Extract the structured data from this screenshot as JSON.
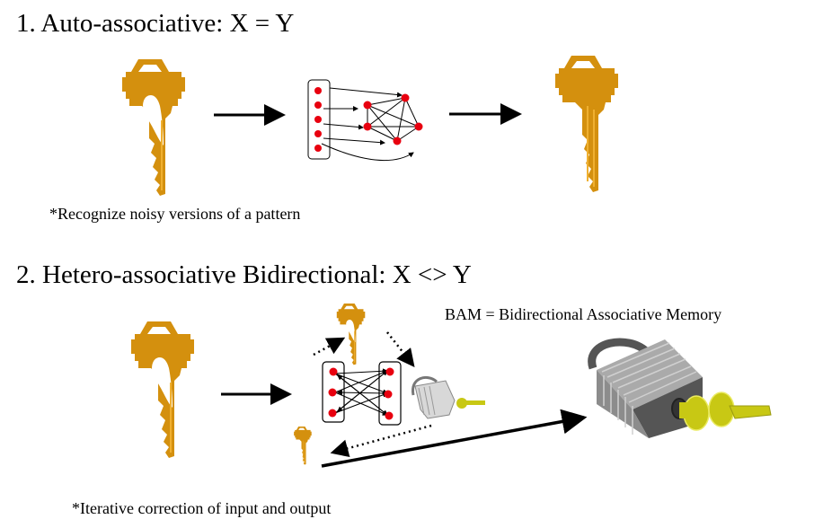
{
  "section1": {
    "title": "1. Auto-associative:  X = Y",
    "note": "*Recognize noisy versions of a pattern"
  },
  "section2": {
    "title": "2. Hetero-associative  Bidirectional: X <> Y",
    "bam_label": "BAM = Bidirectional Associative Memory",
    "note": "*Iterative correction of input and output"
  },
  "colors": {
    "key_gold": "#D4900E",
    "key_light": "#F0B030",
    "node_red": "#E8000F",
    "lock_gray": "#9A9A9A",
    "lock_dark": "#555555",
    "small_key_yellow": "#C8C814"
  }
}
